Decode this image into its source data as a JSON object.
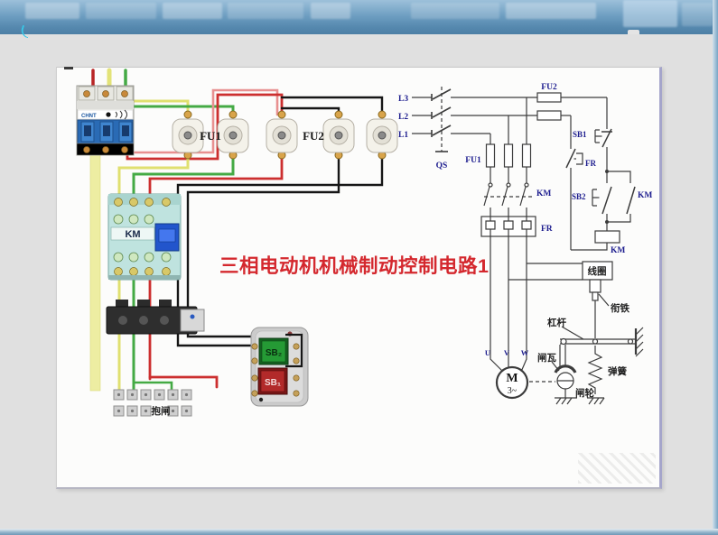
{
  "title": {
    "text": "三相电动机机械制动控制电路1",
    "color": "#d4282e"
  },
  "photo": {
    "breaker_brand": "CHNT",
    "fu1_label": "FU1",
    "fu2_label": "FU2",
    "contactor_label": "KM",
    "sb_green_label": "SB₂",
    "sb_red_label": "SB₁",
    "terminal_label": "抱闸"
  },
  "schematic": {
    "l3": "L3",
    "l2": "L2",
    "l1": "L1",
    "qs": "QS",
    "fu1": "FU1",
    "fu2": "FU2",
    "km_main": "KM",
    "fr_heater": "FR",
    "sb1": "SB1",
    "fr_contact": "FR",
    "sb2": "SB2",
    "km_aux": "KM",
    "km_coil": "KM",
    "u": "U",
    "v": "V",
    "w": "W",
    "motor": "M",
    "motor_phase": "3~",
    "brake": {
      "coil": "线圈",
      "armature": "衔铁",
      "lever": "杠杆",
      "shoe": "闸瓦",
      "spring": "弹簧",
      "wheel": "闸轮"
    }
  },
  "colors": {
    "wire_red": "#cc2f2f",
    "wire_salmon": "#e89090",
    "wire_yellow": "#e3e378",
    "wire_green": "#44aa44",
    "wire_black": "#161616",
    "schematic_line": "#3c3c3c",
    "label_navy": "#1c1c8e",
    "title_red": "#d4282e"
  }
}
